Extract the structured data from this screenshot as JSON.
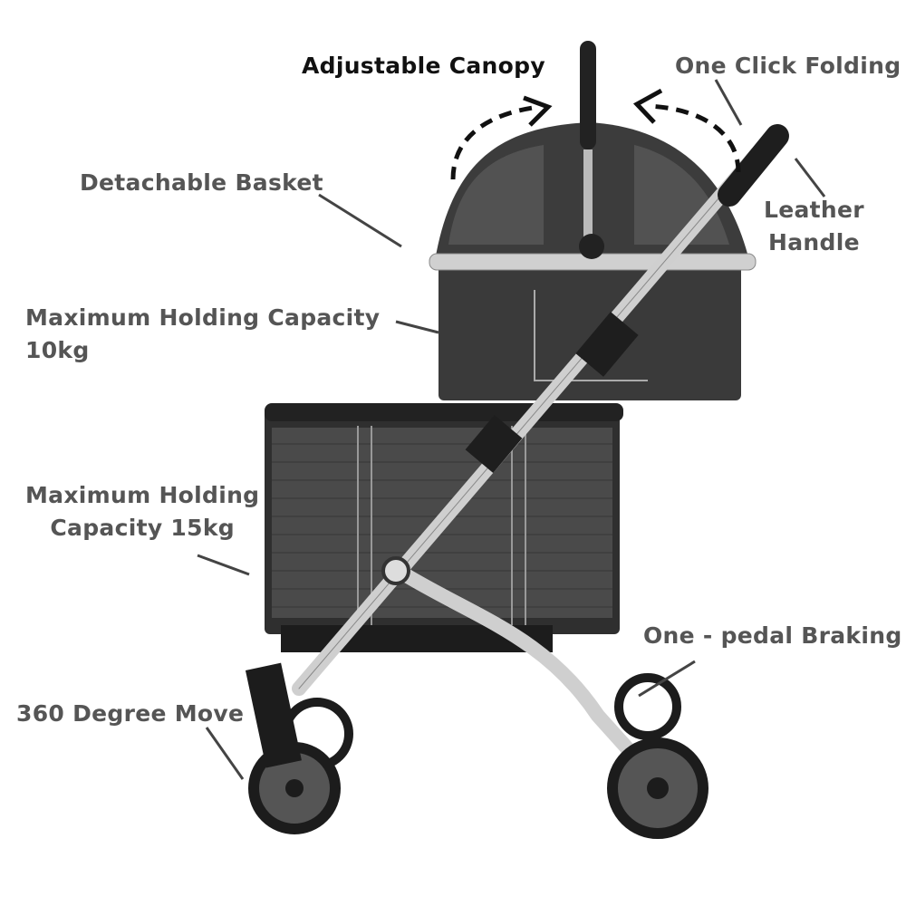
{
  "labels": {
    "adjustable_canopy": "Adjustable Canopy",
    "one_click_folding": "One Click Folding",
    "detachable_basket": "Detachable Basket",
    "leather_handle_line1": "Leather",
    "leather_handle_line2": "Handle",
    "capacity_10_line1": "Maximum Holding Capacity",
    "capacity_10_line2": "10kg",
    "capacity_15_line1": "Maximum Holding",
    "capacity_15_line2": "Capacity 15kg",
    "one_pedal_braking": "One - pedal Braking",
    "degree_move": "360 Degree Move"
  },
  "colors": {
    "label": "#555555",
    "title_label": "#111111",
    "frame": "#c8c8c8",
    "fabric": "#3a3a3a"
  }
}
